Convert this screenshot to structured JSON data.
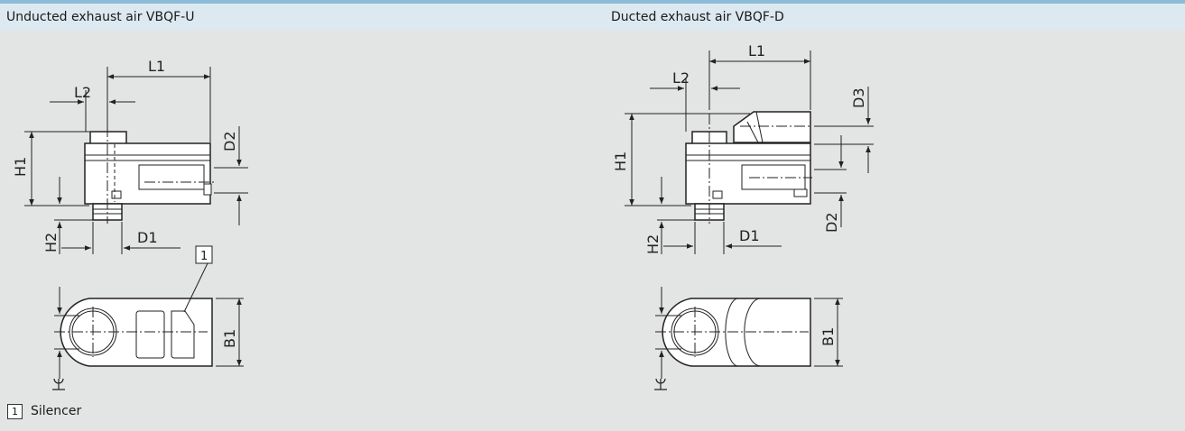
{
  "header": {
    "left_title": "Unducted exhaust air VBQF-U",
    "right_title": "Ducted exhaust air VBQF-D"
  },
  "left_drawing": {
    "dimensions": [
      "L1",
      "L2",
      "H1",
      "H2",
      "D1",
      "D2",
      "B1"
    ],
    "callout": "1"
  },
  "right_drawing": {
    "dimensions": [
      "L1",
      "L2",
      "H1",
      "H2",
      "D1",
      "D2",
      "D3",
      "B1"
    ]
  },
  "legend": {
    "number": "1",
    "text": "Silencer"
  }
}
